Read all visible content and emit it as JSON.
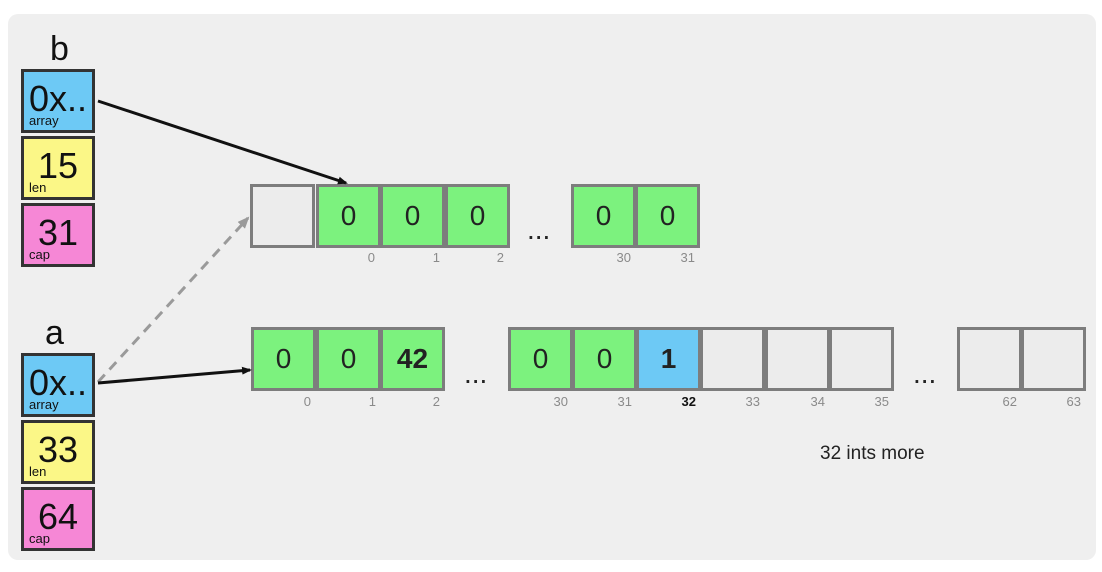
{
  "slice_b": {
    "name": "b",
    "array": {
      "value": "0x..",
      "label": "array"
    },
    "len": {
      "value": "15",
      "label": "len"
    },
    "cap": {
      "value": "31",
      "label": "cap"
    }
  },
  "slice_a": {
    "name": "a",
    "array": {
      "value": "0x..",
      "label": "array"
    },
    "len": {
      "value": "33",
      "label": "len"
    },
    "cap": {
      "value": "64",
      "label": "cap"
    }
  },
  "array_b": {
    "cells": [
      "0",
      "0",
      "0",
      "0",
      "0"
    ],
    "indices": [
      "0",
      "1",
      "2",
      "30",
      "31"
    ],
    "ellipsis": "..."
  },
  "array_a": {
    "cells": [
      "0",
      "0",
      "42",
      "0",
      "0",
      "1"
    ],
    "indices": [
      "0",
      "1",
      "2",
      "30",
      "31",
      "32",
      "33",
      "34",
      "35",
      "62",
      "63"
    ],
    "ellipsis_1": "...",
    "ellipsis_2": "..."
  },
  "note": "32 ints more",
  "colors": {
    "pointer": "#6dc9f5",
    "len": "#fbf787",
    "cap": "#f687d6",
    "used_cell": "#7cf27e",
    "free_cell": "#ececec",
    "highlight_cell": "#6dc9f5"
  }
}
